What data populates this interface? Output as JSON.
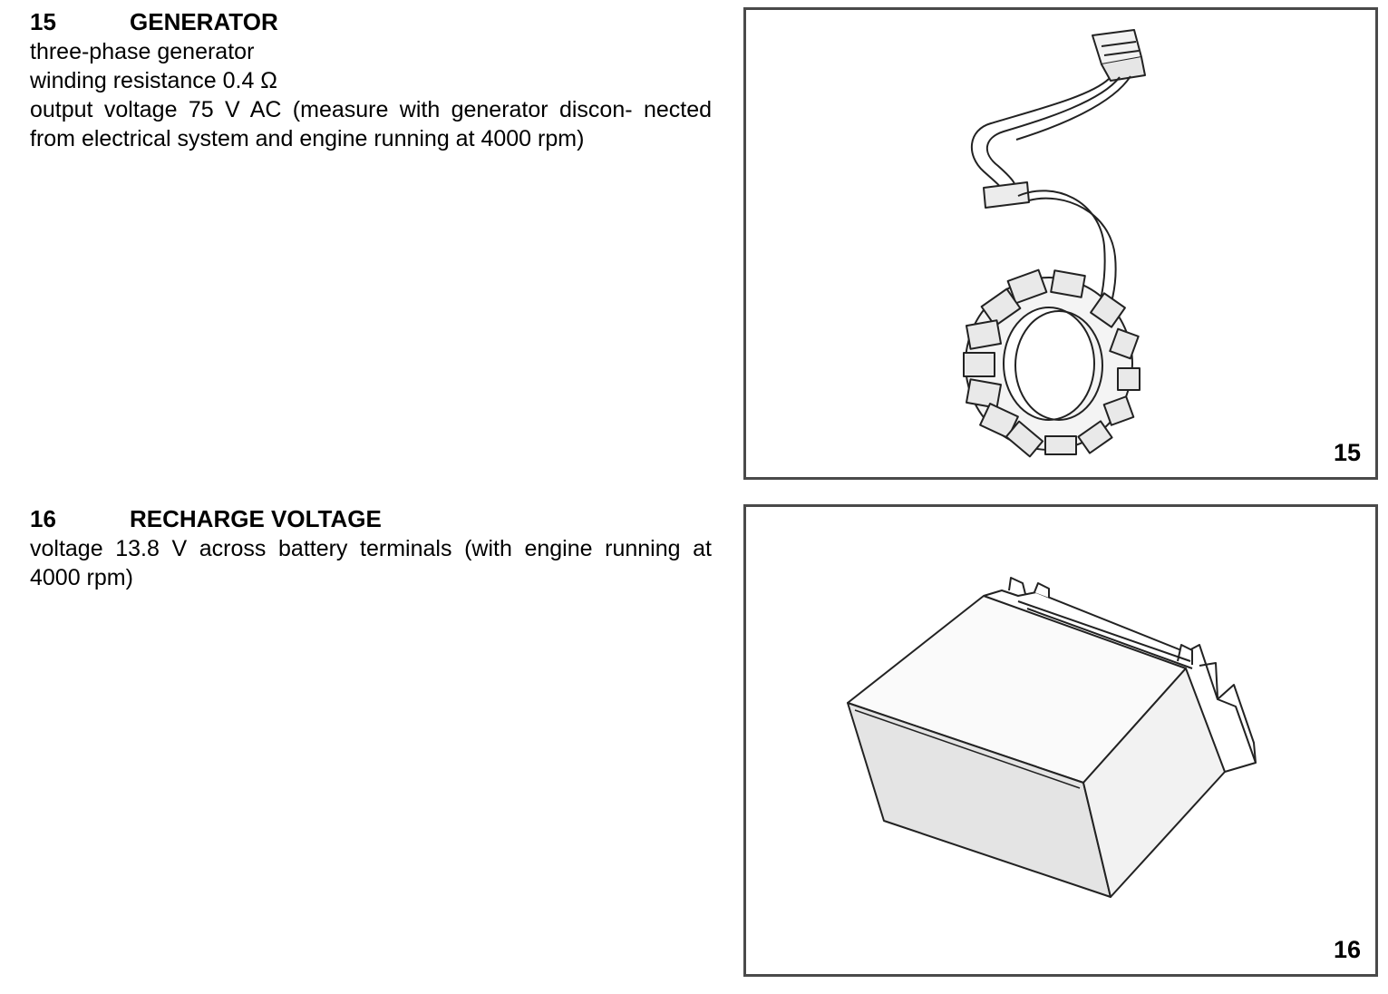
{
  "generator": {
    "number": "15",
    "title": "GENERATOR",
    "lines": [
      "three-phase generator",
      "winding resistance 0.4 Ω",
      "output voltage 75 V AC (measure with generator discon- nected from electrical system and engine running at 4000 rpm)"
    ],
    "figure_label": "15"
  },
  "recharge": {
    "number": "16",
    "title": "RECHARGE VOLTAGE",
    "lines": [
      "voltage 13.8 V across battery terminals (with engine running at 4000 rpm)"
    ],
    "figure_label": "16"
  }
}
